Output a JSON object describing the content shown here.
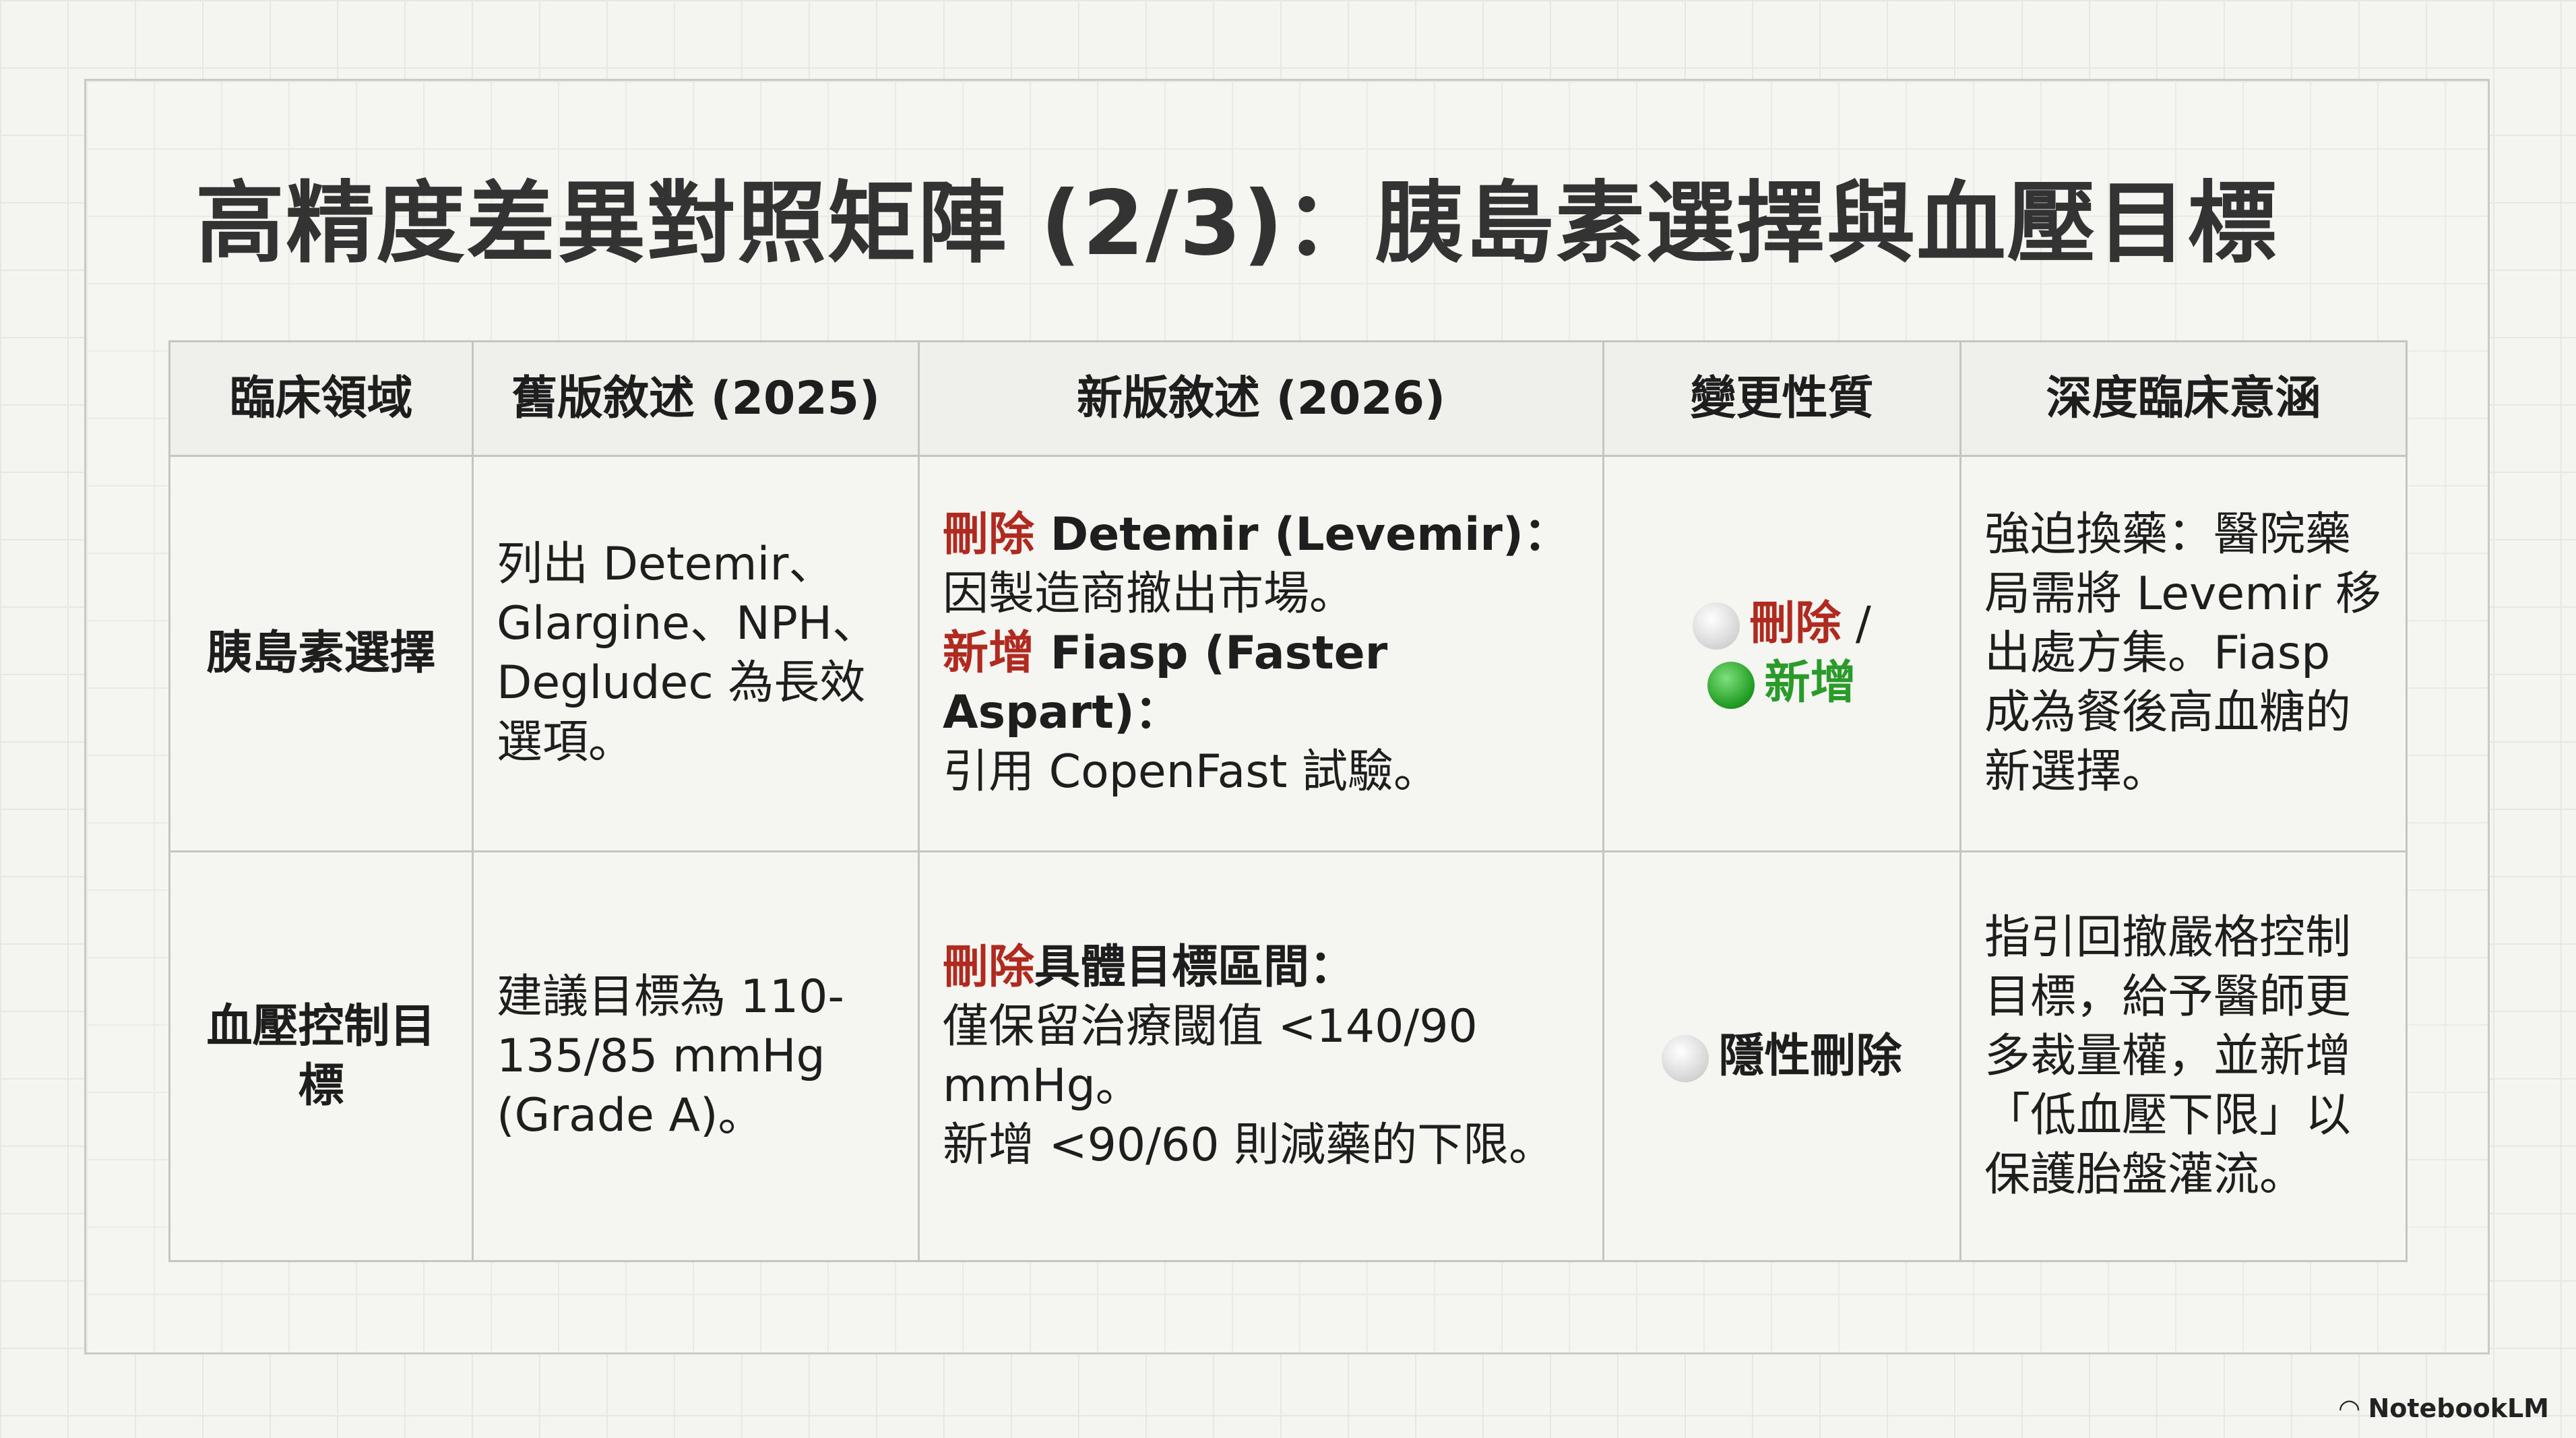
{
  "title": "高精度差異對照矩陣 (2/3)：胰島素選擇與血壓目標",
  "table": {
    "headers": [
      "臨床領域",
      "舊版敘述 (2025)",
      "新版敘述 (2026)",
      "變更性質",
      "深度臨床意涵"
    ],
    "rows": [
      {
        "domain": "胰島素選擇",
        "old": "列出 Detemir、Glargine、NPH、Degludec 為長效選項。",
        "new_del_tag": "刪除",
        "new_del_text": " Detemir (Levemir)：",
        "new_del_rest": "因製造商撤出市場。",
        "new_add_tag": "新增",
        "new_add_text": " Fiasp (Faster Aspart)：",
        "new_add_rest": "引用 CopenFast 試驗。",
        "change_del": "刪除",
        "change_sep": " /",
        "change_add": "新增",
        "implication": "強迫換藥：醫院藥局需將 Levemir 移出處方集。Fiasp 成為餐後高血糖的新選擇。"
      },
      {
        "domain": "血壓控制目標",
        "old": "建議目標為 110-135/85 mmHg (Grade A)。",
        "new_del_tag": "刪除",
        "new_del_text": "具體目標區間：",
        "new_line2": "僅保留治療閾值 <140/90 mmHg。",
        "new_line3": "新增 <90/60 則減藥的下限。",
        "change": "隱性刪除",
        "implication": "指引回撤嚴格控制目標，給予醫師更多裁量權，並新增「低血壓下限」以保護胎盤灌流。"
      }
    ]
  },
  "colors": {
    "delete": "#b02a1f",
    "add": "#2a9a2a"
  },
  "logo": "NotebookLM"
}
